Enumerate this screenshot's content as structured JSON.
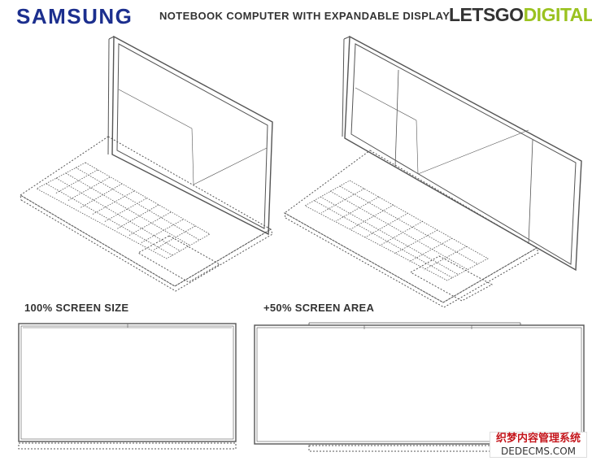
{
  "header": {
    "brand": "SAMSUNG",
    "headline": "NOTEBOOK COMPUTER WITH EXPANDABLE DISPLAY",
    "logo_part1": "LETSGO",
    "logo_part2": "DIGITAL"
  },
  "captions": {
    "left": "100% SCREEN SIZE",
    "right": "+50% SCREEN AREA"
  },
  "watermark": {
    "line1": "织梦内容管理系统",
    "line2": "DEDECMS.COM"
  },
  "colors": {
    "brand": "#1c2f8e",
    "logo_accent": "#9ac21f",
    "line": "#555555"
  }
}
